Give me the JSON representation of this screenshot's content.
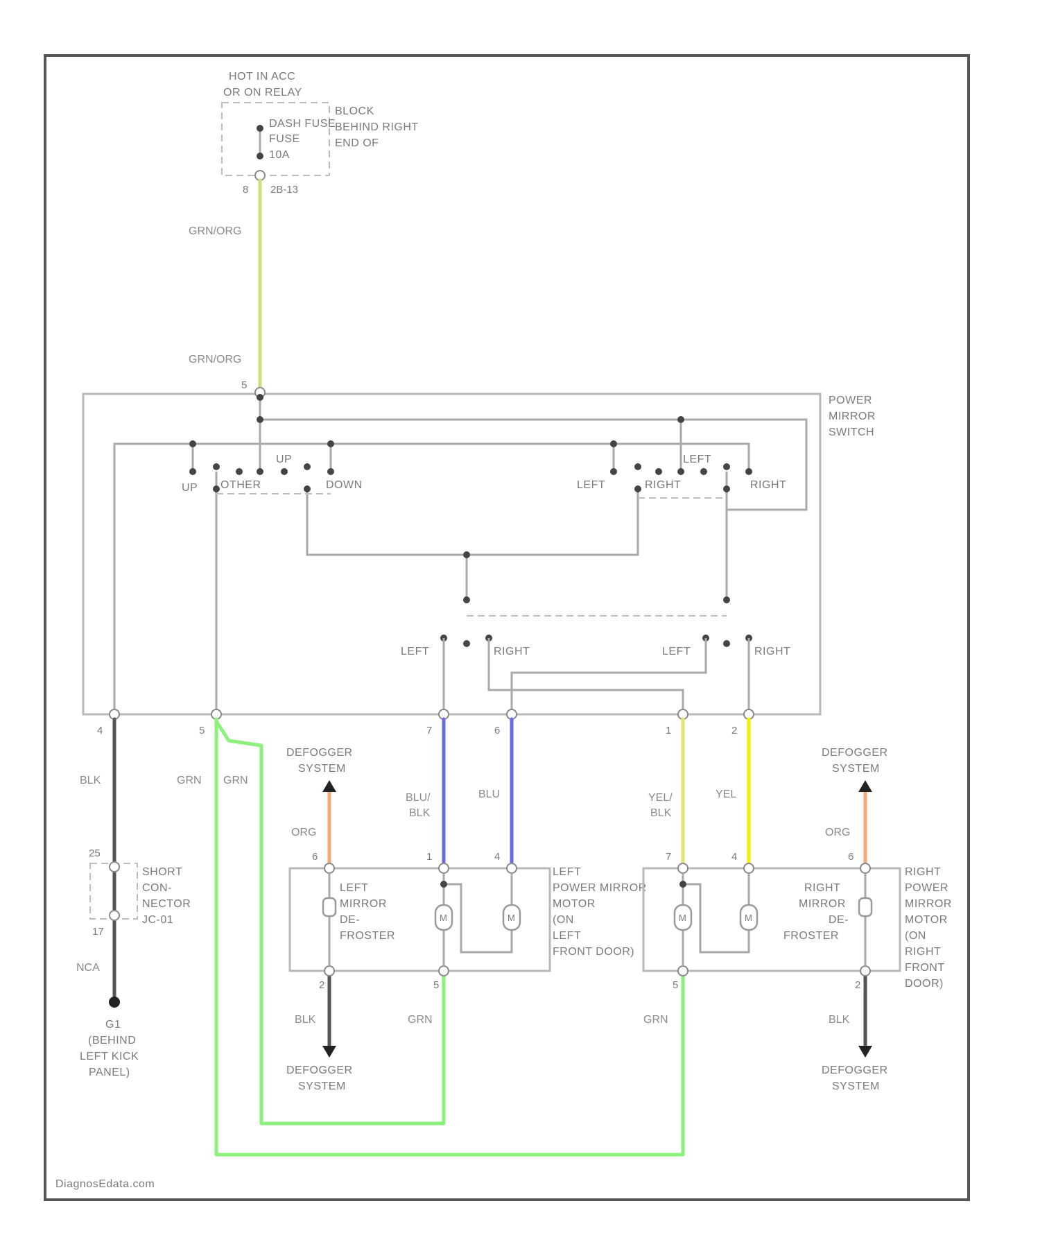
{
  "colors": {
    "grn_org": "#c8e080",
    "blu": "#6a6ae8",
    "yel": "#e4e474",
    "yel_bright": "#f0f000",
    "grn": "#8cf07c",
    "org": "#f2a878",
    "blk": "#555555"
  },
  "fuse": {
    "title": [
      "HOT IN ACC",
      "OR ON RELAY"
    ],
    "fuse_label": [
      "DASH FUSE",
      "FUSE",
      "10A"
    ],
    "location": [
      "BLOCK",
      "BEHIND RIGHT",
      "END OF"
    ],
    "pin": "8",
    "connector": "2B-13"
  },
  "wires": {
    "top_label_1": "GRN/ORG",
    "top_label_2": "GRN/ORG",
    "blk": "BLK",
    "grn_a": "GRN",
    "grn_b": "GRN",
    "blu_blk": [
      "BLU/",
      "BLK"
    ],
    "blu": "BLU",
    "yel_blk": [
      "YEL/",
      "BLK"
    ],
    "yel": "YEL",
    "org_left": "ORG",
    "org_right": "ORG",
    "blk_left_bottom": "BLK",
    "grn_left_bottom": "GRN",
    "grn_right_bottom": "GRN",
    "blk_right_bottom": "BLK",
    "nca": "NCA"
  },
  "switch": {
    "name": [
      "POWER",
      "MIRROR",
      "SWITCH"
    ],
    "pin_top": "5",
    "pins_bottom": [
      "4",
      "5",
      "7",
      "6",
      "1",
      "2"
    ],
    "up_label_1": "UP",
    "up_label_2": "UP",
    "down_label": "DOWN",
    "other_label": "OTHER",
    "left_label_1": "LEFT",
    "left_label_2": "LEFT",
    "right_label_1": "RIGHT",
    "right_label_2": "RIGHT",
    "sel_left_1": "LEFT",
    "sel_right_1": "RIGHT",
    "sel_left_2": "LEFT",
    "sel_right_2": "RIGHT"
  },
  "defogger": {
    "top_left": [
      "DEFOGGER",
      "SYSTEM"
    ],
    "top_right": [
      "DEFOGGER",
      "SYSTEM"
    ],
    "bottom_left": [
      "DEFOGGER",
      "SYSTEM"
    ],
    "bottom_right": [
      "DEFOGGER",
      "SYSTEM"
    ]
  },
  "left_motor": {
    "name": [
      "LEFT",
      "POWER MIRROR",
      "MOTOR",
      "(ON",
      "LEFT",
      "FRONT DOOR)"
    ],
    "defroster": [
      "LEFT",
      "MIRROR",
      "DE-",
      "FROSTER"
    ],
    "pins_top": [
      "6",
      "1",
      "4"
    ],
    "pins_bottom": [
      "2",
      "5"
    ],
    "motor_symbol": "M"
  },
  "right_motor": {
    "name": [
      "RIGHT",
      "POWER",
      "MIRROR",
      "MOTOR",
      "(ON",
      "RIGHT",
      "FRONT",
      "DOOR)"
    ],
    "defroster": [
      "RIGHT",
      "MIRROR",
      "DE-",
      "FROSTER"
    ],
    "pins_top": [
      "7",
      "4",
      "6"
    ],
    "pins_bottom": [
      "5",
      "2"
    ],
    "motor_symbol": "M"
  },
  "short_connector": {
    "name": [
      "SHORT",
      "CON-",
      "NECTOR",
      "JC-01"
    ],
    "pin_top": "25",
    "pin_bottom": "17"
  },
  "ground": {
    "name": [
      "G1",
      "(BEHIND",
      "LEFT KICK",
      "PANEL)"
    ]
  },
  "watermark": "DiagnosEdata.com"
}
